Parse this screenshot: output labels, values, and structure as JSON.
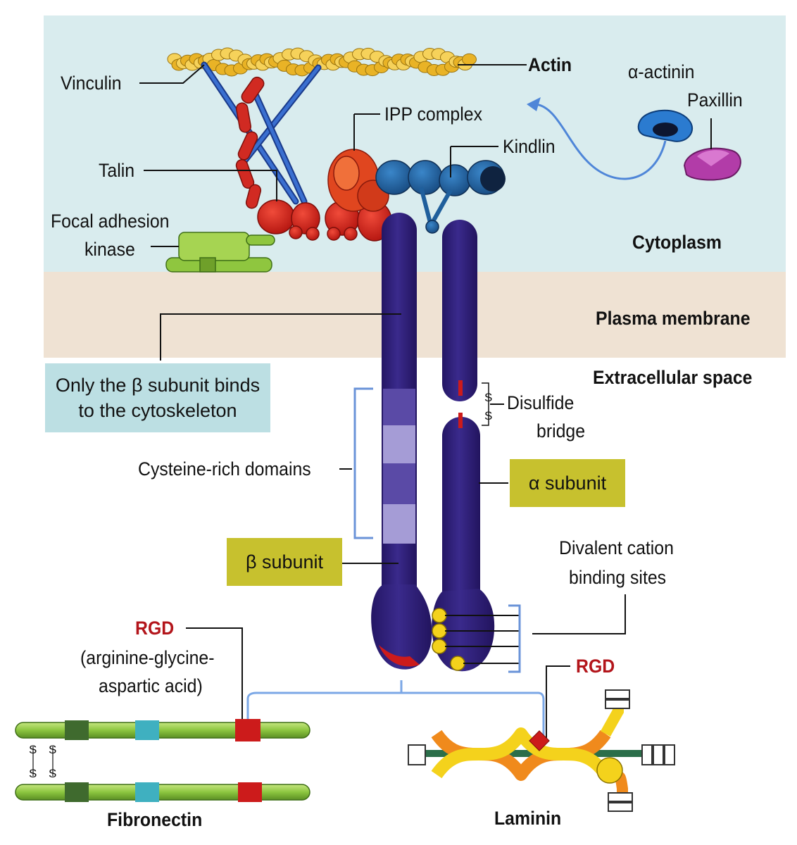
{
  "regions": {
    "cytoplasm": "Cytoplasm",
    "plasma_membrane": "Plasma membrane",
    "extracellular_space": "Extracellular space"
  },
  "labels": {
    "actin": "Actin",
    "vinculin": "Vinculin",
    "alpha_actinin": "α-actinin",
    "paxillin": "Paxillin",
    "ipp_complex": "IPP complex",
    "kindlin": "Kindlin",
    "talin": "Talin",
    "fak_line1": "Focal adhesion",
    "fak_line2": "kinase",
    "disulfide_line1": "Disulfide",
    "disulfide_line2": "bridge",
    "cysteine": "Cysteine-rich domains",
    "divalent_line1": "Divalent cation",
    "divalent_line2": "binding sites",
    "rgd_left": "RGD",
    "rgd_desc_line1": "(arginine-glycine-",
    "rgd_desc_line2": "aspartic acid)",
    "rgd_right": "RGD",
    "fibronectin": "Fibronectin",
    "laminin": "Laminin",
    "ss_letter": "S"
  },
  "boxes": {
    "beta_note_line1": "Only the β subunit binds",
    "beta_note_line2": "to the cytoskeleton",
    "alpha_subunit": "α subunit",
    "beta_subunit": "β subunit"
  },
  "colors": {
    "cytoplasm_bg": "#d9ecee",
    "membrane_bg": "#efe2d3",
    "integrin": "#2f1f78",
    "actin": "#f1c33a",
    "talin": "#d12a22",
    "vinculin": "#2a54b0",
    "kindlin": "#1f5f9c",
    "fak": "#8fc63f",
    "fibronectin": "#8cc63f",
    "rgd": "#cc1b1b",
    "laminin_orange": "#f08a1c",
    "laminin_yellow": "#f4d21c"
  }
}
